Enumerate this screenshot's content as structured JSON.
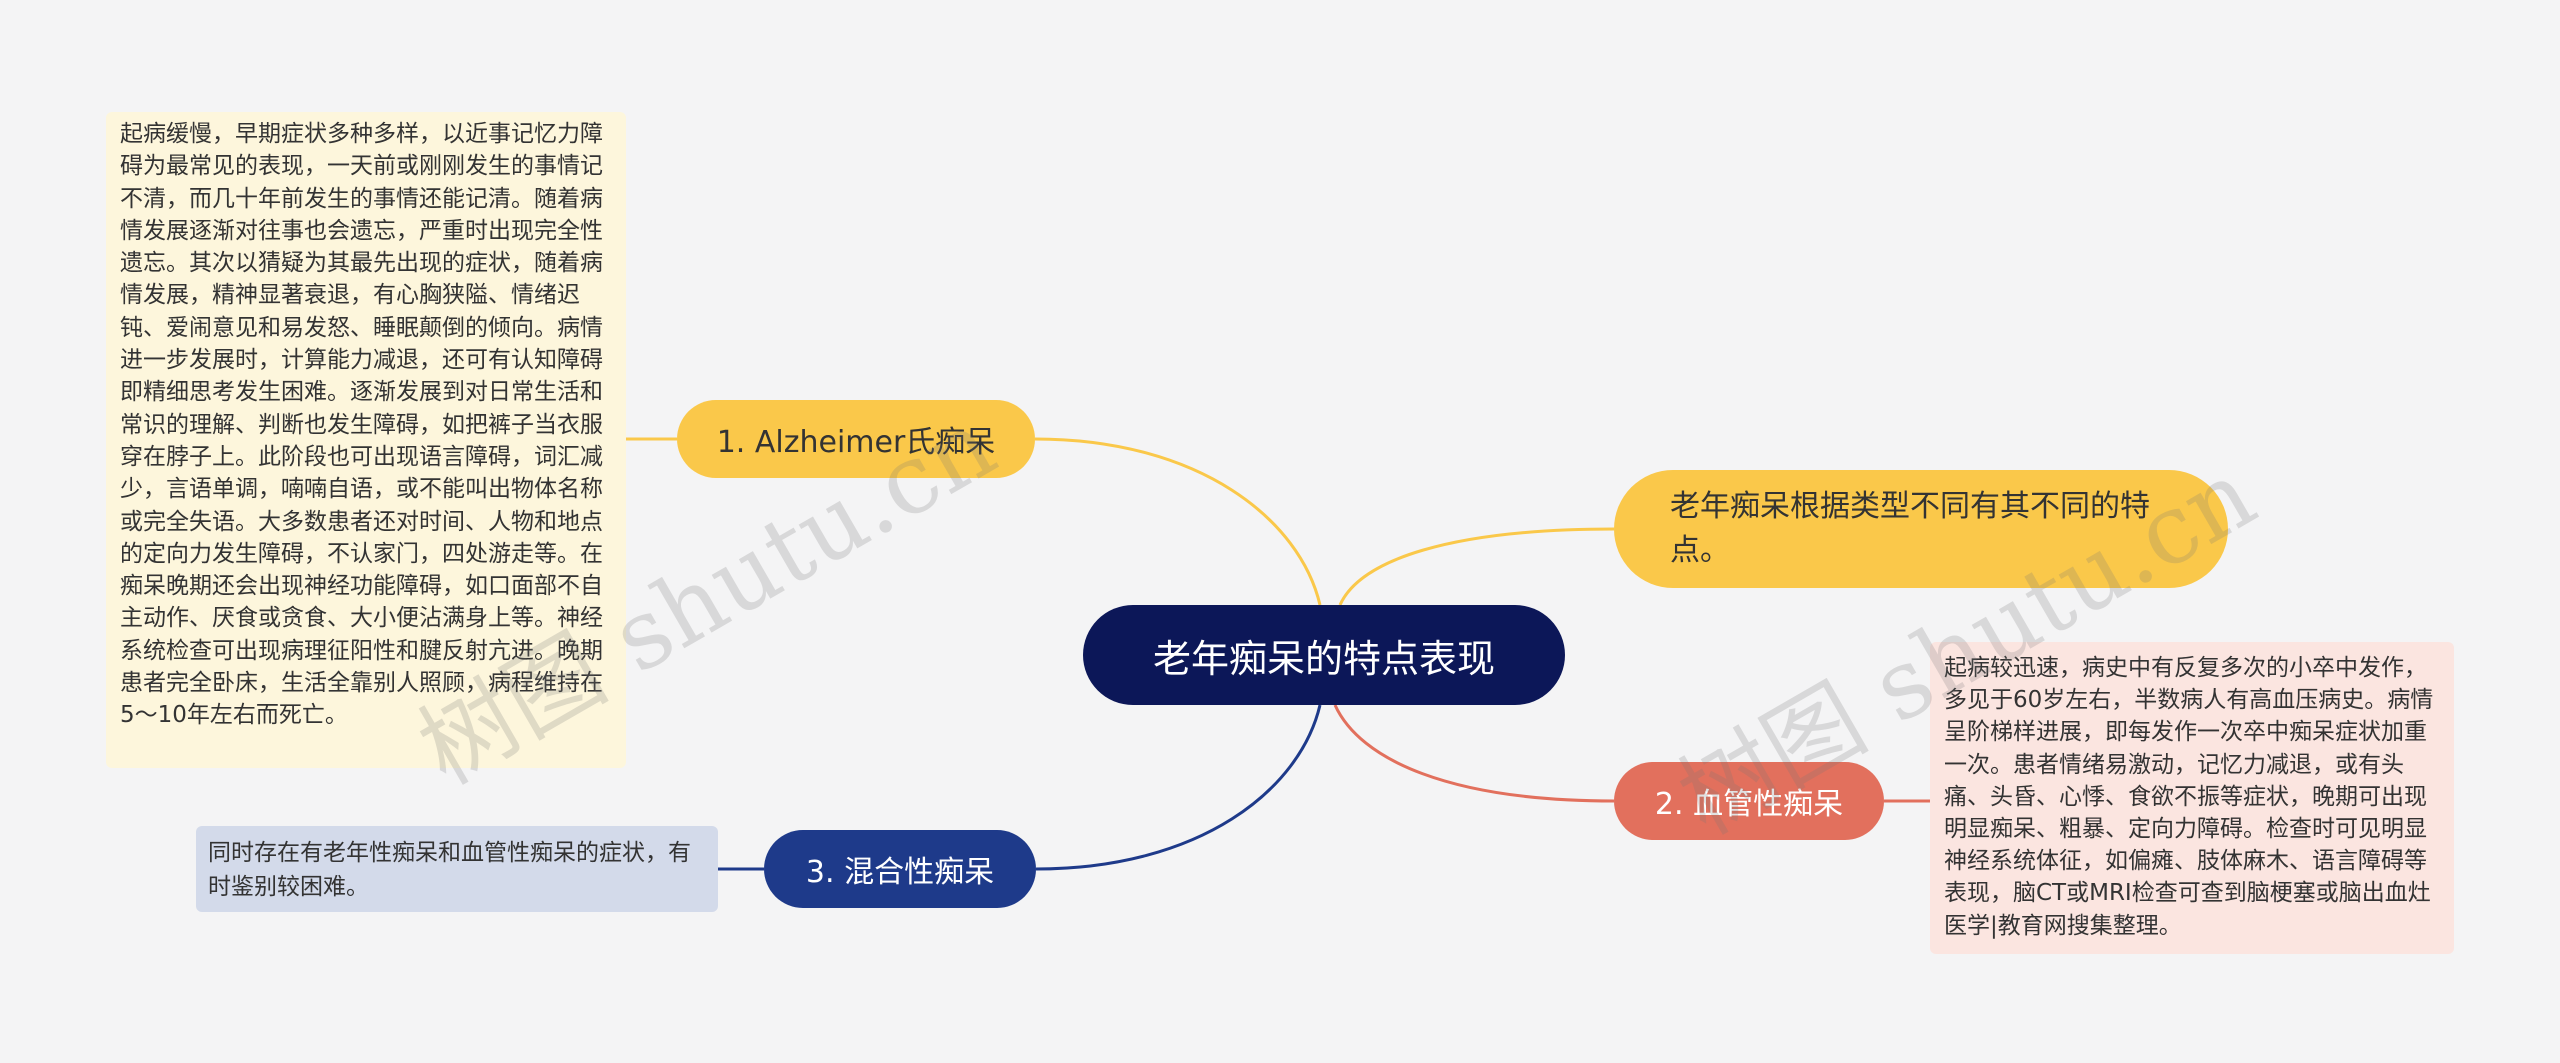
{
  "mindmap": {
    "root": "老年痴呆的特点表现",
    "branch_right_top": "老年痴呆根据类型不同有其不同的特点。",
    "branch_1": "1. Alzheimer氏痴呆",
    "branch_2": "2. 血管性痴呆",
    "branch_3": "3. 混合性痴呆",
    "note_1": "起病缓慢，早期症状多种多样，以近事记忆力障碍为最常见的表现，一天前或刚刚发生的事情记不清，而几十年前发生的事情还能记清。随着病情发展逐渐对往事也会遗忘，严重时出现完全性遗忘。其次以猜疑为其最先出现的症状，随着病情发展，精神显著衰退，有心胸狭隘、情绪迟钝、爱闹意见和易发怒、睡眠颠倒的倾向。病情进一步发展时，计算能力减退，还可有认知障碍即精细思考发生困难。逐渐发展到对日常生活和常识的理解、判断也发生障碍，如把裤子当衣服穿在脖子上。此阶段也可出现语言障碍，词汇减少，言语单调，喃喃自语，或不能叫出物体名称或完全失语。大多数患者还对时间、人物和地点的定向力发生障碍，不认家门，四处游走等。在痴呆晚期还会出现神经功能障碍，如口面部不自主动作、厌食或贪食、大小便沾满身上等。神经系统检查可出现病理征阳性和腱反射亢进。晚期患者完全卧床，生活全靠别人照顾，病程维持在5～10年左右而死亡。",
    "note_2": "起病较迅速，病史中有反复多次的小卒中发作，多见于60岁左右，半数病人有高血压病史。病情呈阶梯样进展，即每发作一次卒中痴呆症状加重一次。患者情绪易激动，记忆力减退，或有头痛、头昏、心悸、食欲不振等症状，晚期可出现明显痴呆、粗暴、定向力障碍。检查时可见明显神经系统体征，如偏瘫、肢体麻木、语言障碍等表现，脑CT或MRI检查可查到脑梗塞或脑出血灶医学|教育网搜集整理。",
    "note_3": "同时存在有老年性痴呆和血管性痴呆的症状，有时鉴别较困难。"
  },
  "watermark": {
    "left": "树图 shutu.cn",
    "right": "树图 shutu.cn"
  },
  "colors": {
    "root": "#0c1758",
    "branch_1": "#fac84a",
    "branch_2": "#e2705d",
    "branch_3": "#1e3a8a",
    "note_1_bg": "#fdf6dc",
    "note_2_bg": "#fbe5e0",
    "note_3_bg": "#d3daea"
  }
}
